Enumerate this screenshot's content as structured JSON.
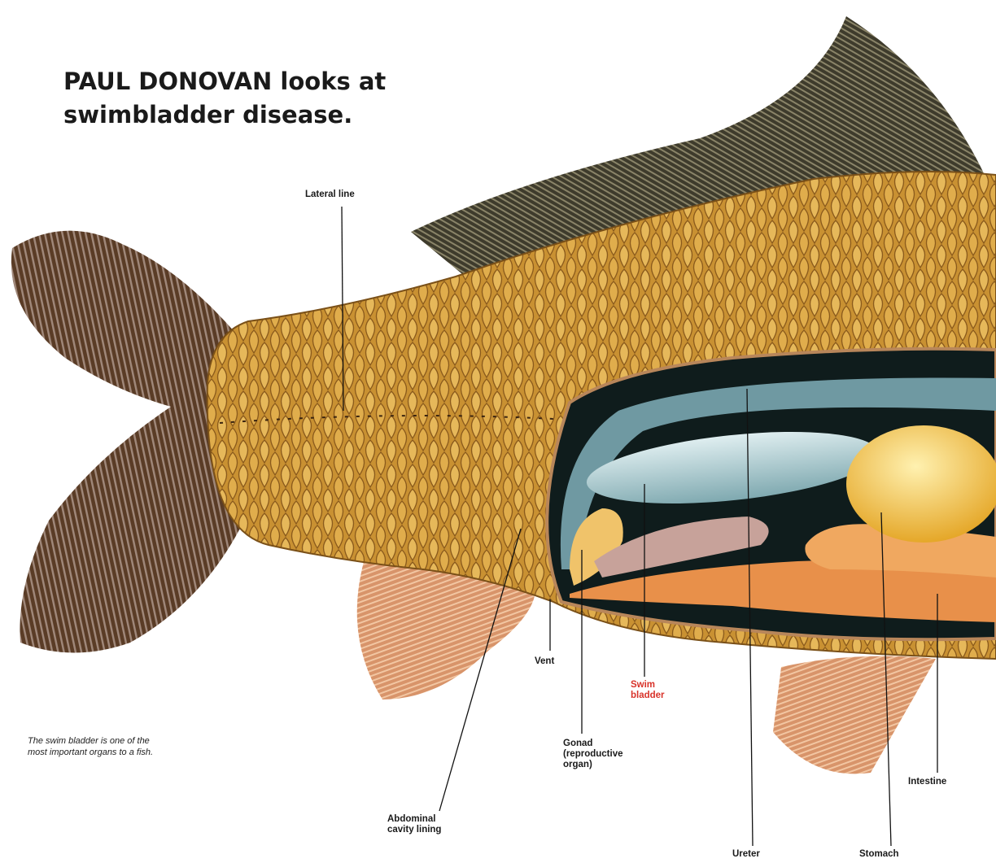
{
  "headline": {
    "line1": "PAUL DONOVAN looks at",
    "line2": "swimbladder disease."
  },
  "caption": {
    "line1": "The swim bladder is one of the",
    "line2": "most important organs to a fish."
  },
  "labels": {
    "lateral_line": "Lateral line",
    "vent": "Vent",
    "swim_bladder_1": "Swim",
    "swim_bladder_2": "bladder",
    "gonad_1": "Gonad",
    "gonad_2": "(reproductive",
    "gonad_3": "organ)",
    "abdominal_1": "Abdominal",
    "abdominal_2": "cavity lining",
    "ureter": "Ureter",
    "stomach": "Stomach",
    "intestine": "Intestine"
  },
  "colors": {
    "highlight_label": "#d8332a",
    "scales": "#c98f2e",
    "fins": "#d99a6c",
    "tail": "#6e4a2e",
    "cavity": "#0f1c1c",
    "swim_bladder": "#a9cdd2",
    "stomach": "#f2b73a"
  }
}
